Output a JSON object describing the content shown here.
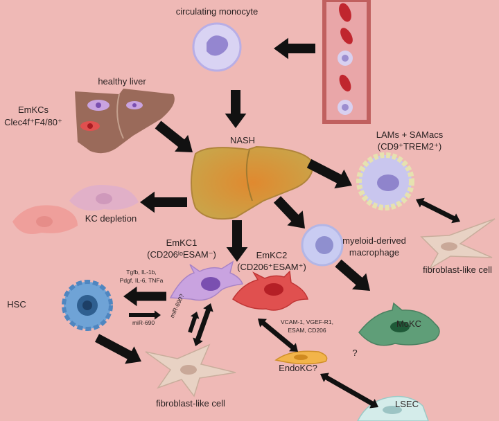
{
  "labels": {
    "circulating_monocyte": "circulating monocyte",
    "healthy_liver": "healthy liver",
    "emkcs": "EmKCs",
    "emkcs_markers": "Clec4f⁺F4/80⁺",
    "nash": "NASH",
    "lams": "LAMs + SAMacs",
    "lams_markers": "(CD9⁺TREM2⁺)",
    "kc_depletion": "KC depletion",
    "myeloid_1": "myeloid-derived",
    "myeloid_2": "macrophage",
    "fibroblast_right": "fibroblast-like cell",
    "emkc1": "EmKC1",
    "emkc1_markers": "(CD206ˡᵒESAM⁻)",
    "emkc2": "EmKC2",
    "emkc2_markers": "(CD206⁺ESAM⁺)",
    "cytokines_1": "Tgfb, IL-1b,",
    "cytokines_2": "Pdgf, IL-6, TNFa",
    "hsc": "HSC",
    "mir690": "miR-690",
    "mir690_q": "miR-690?",
    "endo_markers_1": "VCAM-1, VGEF-R1,",
    "endo_markers_2": "ESAM, CD206",
    "mokc": "MoKC",
    "endokc": "EndoKC?",
    "question": "?",
    "fibroblast_bottom": "fibroblast-like cell",
    "lsec": "LSEC"
  },
  "colors": {
    "background": "#efb9b6",
    "arrow": "#111111",
    "emkc1": "#c9a3e0",
    "emkc2": "#e0504f",
    "hsc": "#6fa3d6",
    "mokc": "#5f9e78",
    "liver_healthy": "#9a6a5a",
    "liver_nash": "#d9a84a"
  }
}
